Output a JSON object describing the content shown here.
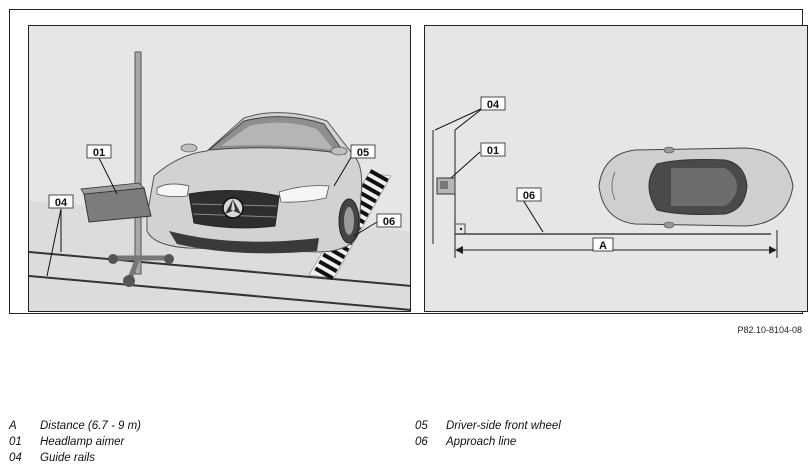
{
  "figure": {
    "reference_code": "P82.10-8104-08",
    "callouts_left": {
      "c01": "01",
      "c04": "04",
      "c05": "05",
      "c06": "06"
    },
    "callouts_right": {
      "c04": "04",
      "c01": "01",
      "c06": "06",
      "cA": "A"
    }
  },
  "legend": {
    "left": [
      {
        "code": "A",
        "text": "Distance (6.7 - 9 m)"
      },
      {
        "code": "01",
        "text": "Headlamp aimer"
      },
      {
        "code": "04",
        "text": "Guide rails"
      }
    ],
    "right": [
      {
        "code": "05",
        "text": "Driver-side front wheel"
      },
      {
        "code": "06",
        "text": "Approach line"
      }
    ]
  }
}
